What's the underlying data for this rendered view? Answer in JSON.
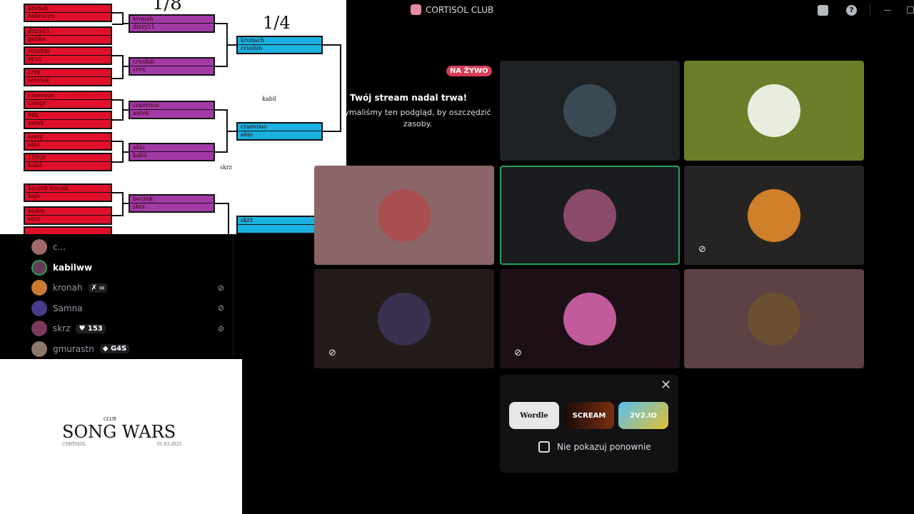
{
  "window": {
    "title": "CORTISOL CLUB",
    "icons": [
      "inbox-icon",
      "help-icon",
      "minimize-icon",
      "maximize-icon"
    ]
  },
  "bracket": {
    "round_labels": {
      "r16": "1/8",
      "qf": "1/4"
    },
    "notes": {
      "a": "kabil",
      "b": "skrz"
    },
    "round1": [
      [
        "kronah",
        "nekrocyn"
      ],
      [
        "dizzy21",
        "gabka"
      ],
      [
        "crushin",
        "ayuu"
      ],
      [
        "crvx",
        "sevciak"
      ],
      [
        "craevooo",
        "campr"
      ],
      [
        "99k",
        "antek"
      ],
      [
        "ssery",
        "akio"
      ],
      [
        "15trzv",
        "kabil"
      ],
      [
        "boczek kociak",
        "najb"
      ],
      [
        "kades",
        "skrz"
      ],
      [
        "",
        ""
      ]
    ],
    "round2": [
      [
        "kronah",
        "dizzy21"
      ],
      [
        "crushin",
        "crvx"
      ],
      [
        "craevooo",
        "antek"
      ],
      [
        "akio",
        "kabil"
      ],
      [
        "boczek",
        "skrz"
      ]
    ],
    "round3": [
      [
        "kronach",
        "crushin"
      ],
      [
        "craevooo",
        "akio"
      ],
      [
        "skrz",
        ""
      ]
    ]
  },
  "members": [
    {
      "name": "c...",
      "badge": "",
      "muted": false,
      "color": "#a06a6a"
    },
    {
      "name": "kabilww",
      "badge": "",
      "muted": false,
      "color": "#6a3a5a",
      "speaking": true
    },
    {
      "name": "kronah",
      "badge": "✗ ⸗⸗",
      "muted": true,
      "color": "#c87a30"
    },
    {
      "name": "Samna",
      "badge": "",
      "muted": true,
      "color": "#4a3a8a"
    },
    {
      "name": "skrz",
      "badge": "♥ 153",
      "muted": true,
      "color": "#7a3a5a"
    },
    {
      "name": "gmurastn",
      "badge": "◆ G4S",
      "muted": false,
      "color": "#8a7a6a"
    }
  ],
  "song_wars": {
    "club": "CLUB",
    "title": "SONG WARS",
    "sub_left": "CORTISOL",
    "sub_right": "01.03.2025"
  },
  "stream": {
    "live_badge": "NA ŻYWO",
    "heading": "Twój stream nadal trwa!",
    "body": "ymaliśmy ten podgląd, by oszczędzić zasoby."
  },
  "tiles": [
    {
      "bg": "#1f2225",
      "av": "#3a4a55",
      "muted": false
    },
    {
      "bg": "#6b7f2a",
      "av": "#e8ede0",
      "muted": false
    },
    {
      "bg": "#8a6668",
      "av": "#a85050",
      "muted": false
    },
    {
      "bg": "#1b1c20",
      "av": "#8a4a6a",
      "muted": false,
      "speaking": true
    },
    {
      "bg": "#262422",
      "av": "#d0802a",
      "muted": true
    },
    {
      "bg": "#231c1a",
      "av": "#3a3050",
      "muted": true
    },
    {
      "bg": "#1c1016",
      "av": "#c05a9a",
      "muted": true
    },
    {
      "bg": "#5c4244",
      "av": "#6a5030",
      "muted": false
    }
  ],
  "popup": {
    "games": [
      "Wordle",
      "SCREAM",
      "2V2.IO"
    ],
    "checkbox_label": "Nie pokazuj ponownie"
  }
}
